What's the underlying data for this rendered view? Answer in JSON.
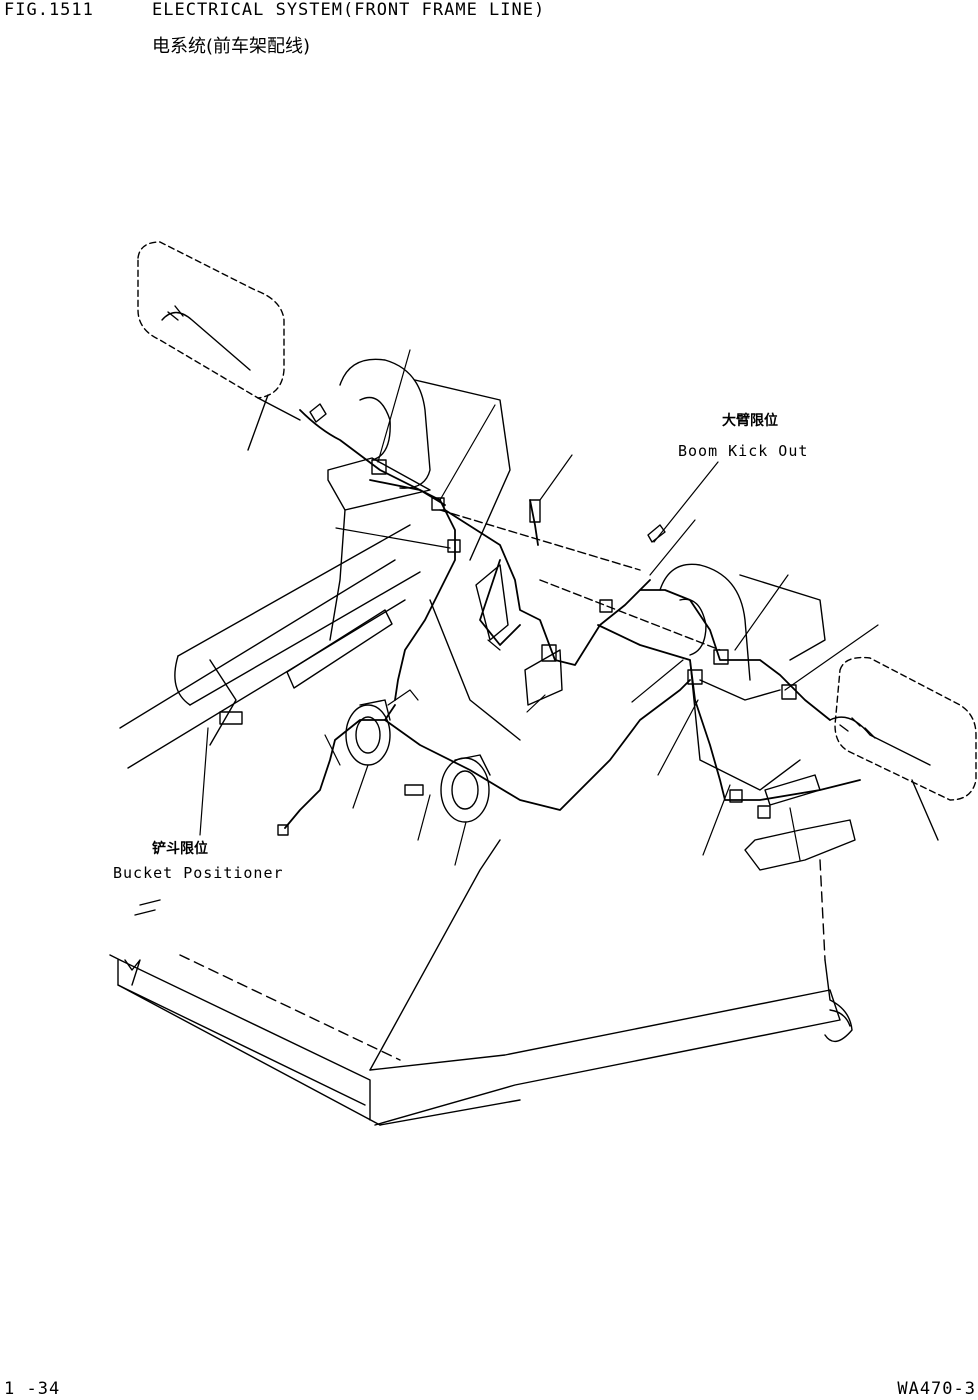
{
  "header": {
    "figure_number": "FIG.1511",
    "title_en": "ELECTRICAL SYSTEM(FRONT FRAME LINE)",
    "title_cn": "电系统(前车架配线)"
  },
  "callouts": {
    "boom_kick_out_cn": "大臂限位",
    "boom_kick_out_en": "Boom Kick Out",
    "bucket_positioner_cn": "铲斗限位",
    "bucket_positioner_en": "Bucket Positioner"
  },
  "footer": {
    "page": "1 -34",
    "model": "WA470-3"
  }
}
